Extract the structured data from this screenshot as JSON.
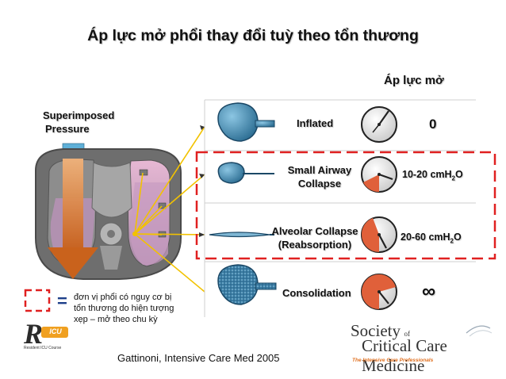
{
  "title": "Áp lực mở phổi thay đổi tuỳ theo tổn thương",
  "column_header": "Áp lực mở",
  "superimposed_line1": "Superimposed",
  "superimposed_line2": "Pressure",
  "rows": [
    {
      "label_line1": "Inflated",
      "label_line2": "",
      "pressure": "0"
    },
    {
      "label_line1": "Small Airway",
      "label_line2": "Collapse",
      "pressure_main": "10-20 cmH",
      "pressure_sub": "2",
      "pressure_tail": "O"
    },
    {
      "label_line1": "Alveolar Collapse",
      "label_line2": "(Reabsorption)",
      "pressure_main": "20-60 cmH",
      "pressure_sub": "2",
      "pressure_tail": "O"
    },
    {
      "label_line1": "Consolidation",
      "label_line2": "",
      "pressure": "∞"
    }
  ],
  "legend": {
    "equals": "=",
    "line1": "đơn vị phổi có nguy cơ bị",
    "line2": "tổn thương do hiện tượng",
    "line3": "xẹp – mở theo chu kỳ"
  },
  "citation": "Gattinoni, Intensive Care Med 2005",
  "logo_left": {
    "big": "R",
    "badge": "ICU",
    "small": "Resident ICU Course"
  },
  "sccm": {
    "society": "Society",
    "of": "of",
    "critical": "Critical Care Medicine",
    "tagline": "The Intensive Care Professionals"
  },
  "colors": {
    "dashed_red": "#e02020",
    "lung_blue": "#3f8fb8",
    "arrow_orange": "#d9772b",
    "gauge_red": "#e0603a",
    "connector_yellow": "#f2c200"
  }
}
